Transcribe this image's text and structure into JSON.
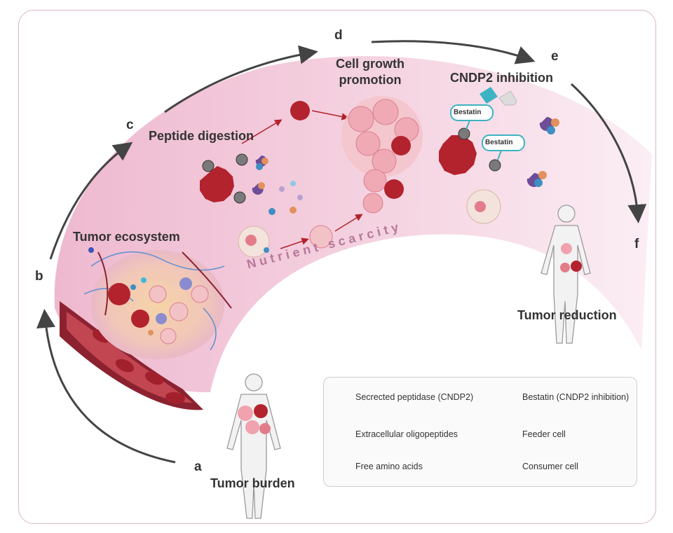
{
  "panels": {
    "a": {
      "letter": "a",
      "title": "Tumor burden"
    },
    "b": {
      "letter": "b",
      "title": "Tumor ecosystem"
    },
    "c": {
      "letter": "c",
      "title": "Peptide digestion"
    },
    "d": {
      "letter": "d",
      "title": "Cell growth promotion"
    },
    "e": {
      "letter": "e",
      "title": "CNDP2 inhibition"
    },
    "f": {
      "letter": "f",
      "title": "Tumor reduction"
    }
  },
  "band_label": "Nutrient scarcity",
  "drug_label_1": "Bestatin",
  "drug_label_2": "Bestatin",
  "legend": {
    "peptidase": "Secrected peptidase (CNDP2)",
    "bestatin": "Bestatin (CNDP2 inhibition)",
    "oligopeptides": "Extracellular oligopeptides",
    "feeder": "Feeder cell",
    "amino_acids": "Free amino acids",
    "consumer": "Consumer cell"
  },
  "colors": {
    "band": "#f2c4d7",
    "feeder": "#b3232d",
    "consumer": "#f3c2c6",
    "vessel": "#8c2230",
    "peptidase": "#7a7a7a",
    "oligo_purple": "#6f4d97",
    "oligo_orange": "#e3915c",
    "oligo_blue": "#3d8fc4",
    "bestatin_teal": "#3cb3c2"
  }
}
